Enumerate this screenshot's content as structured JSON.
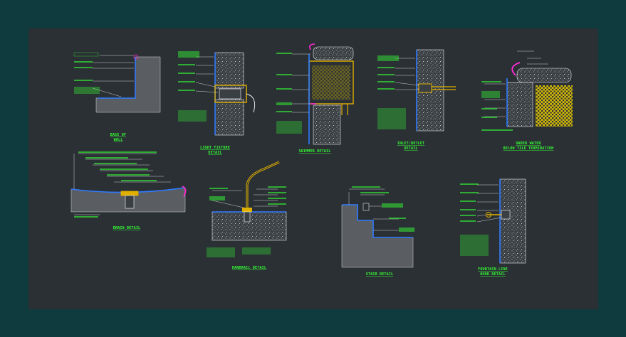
{
  "drawing": {
    "background": "#2b3035",
    "border_color": "#0f3a3e",
    "line_color": "#33ff33",
    "membrane_color": "#2f7bff",
    "fixture_color": "#e0b000",
    "accent_color": "#ff2ad4"
  },
  "details": [
    {
      "caption_lines": [
        "BASE OF",
        "WALL"
      ]
    },
    {
      "caption_lines": [
        "LIGHT FIXTURE",
        "DETAIL"
      ]
    },
    {
      "caption_lines": [
        "SKIMMER DETAIL"
      ]
    },
    {
      "caption_lines": [
        "INLET/OUTLET",
        "DETAIL"
      ]
    },
    {
      "caption_lines": [
        "UNDER WATER",
        "BELOW TILE TERMINATION"
      ]
    },
    {
      "caption_lines": [
        "DRAIN DETAIL"
      ]
    },
    {
      "caption_lines": [
        "HANDRAIL DETAIL"
      ]
    },
    {
      "caption_lines": [
        "STAIR DETAIL"
      ]
    },
    {
      "caption_lines": [
        "FOUNTAIN LINE",
        "HOOK DETAIL"
      ]
    }
  ]
}
